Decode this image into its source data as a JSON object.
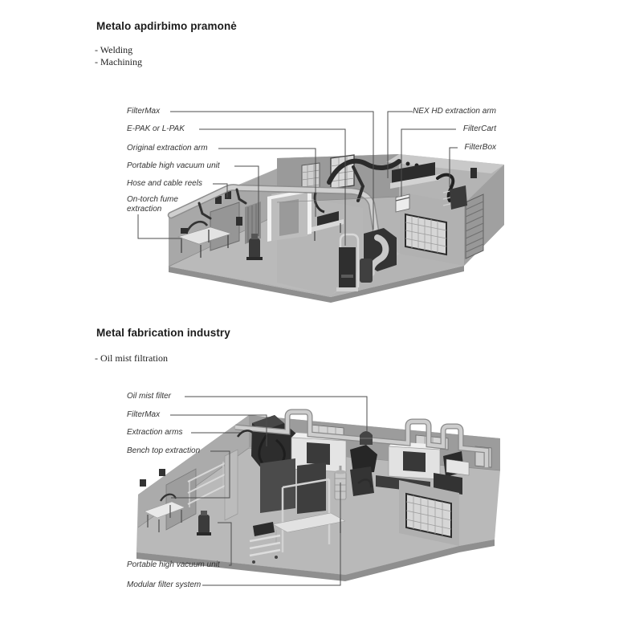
{
  "colors": {
    "leader_line": "#4d4d4d",
    "label_text": "#333333",
    "title_text": "#1c1c1c",
    "building_grey": "#b4b4b4",
    "equipment_dark": "#2d2d2d"
  },
  "section1": {
    "title": "Metalo apdirbimo pramonė",
    "bullets": [
      "- Welding",
      "- Machining"
    ],
    "labels": {
      "filtermax": "FilterMax",
      "epak": "E-PAK or L-PAK",
      "original_arm": "Original extraction arm",
      "portable_vacuum": "Portable high vacuum unit",
      "hose_reels": "Hose and cable reels",
      "on_torch": "On-torch fume extraction",
      "nex_hd": "NEX HD extraction arm",
      "filtercart": "FilterCart",
      "filterbox": "FilterBox"
    }
  },
  "section2": {
    "title": "Metal fabrication industry",
    "bullets": [
      "- Oil mist filtration"
    ],
    "labels": {
      "oil_mist_filter": "Oil mist filter",
      "filtermax": "FilterMax",
      "extraction_arms": "Extraction arms",
      "bench_top": "Bench top extraction",
      "portable_vacuum": "Portable high vacuum unit",
      "modular_filter": "Modular filter system"
    }
  }
}
